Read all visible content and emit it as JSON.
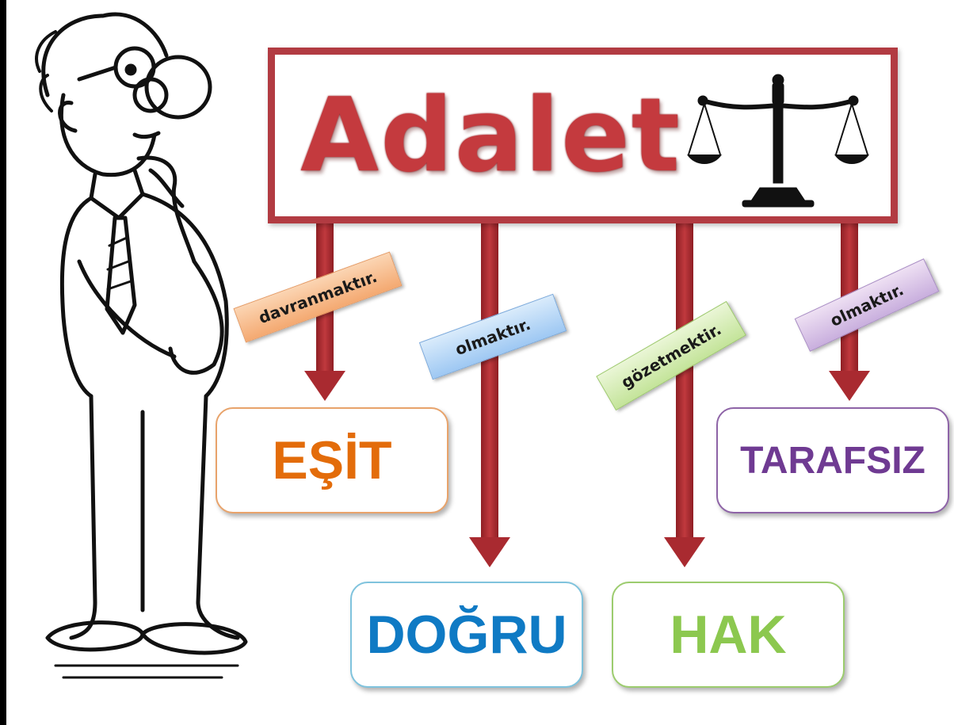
{
  "title": "Adalet",
  "icon": "scales-of-justice-icon",
  "illustration": "thinking-man-cartoon",
  "branches": [
    {
      "connector": "davranmaktır.",
      "target": "EŞİT",
      "color": "#e36c0a"
    },
    {
      "connector": "olmaktır.",
      "target": "DOĞRU",
      "color": "#0f7ac4"
    },
    {
      "connector": "gözetmektir.",
      "target": "HAK",
      "color": "#8cc84f"
    },
    {
      "connector": "olmaktır.",
      "target": "TARAFSIZ",
      "color": "#6f3a92"
    }
  ],
  "colors": {
    "frame": "#b23b42",
    "title": "#c43a3e",
    "arrow": "#b02c32"
  }
}
